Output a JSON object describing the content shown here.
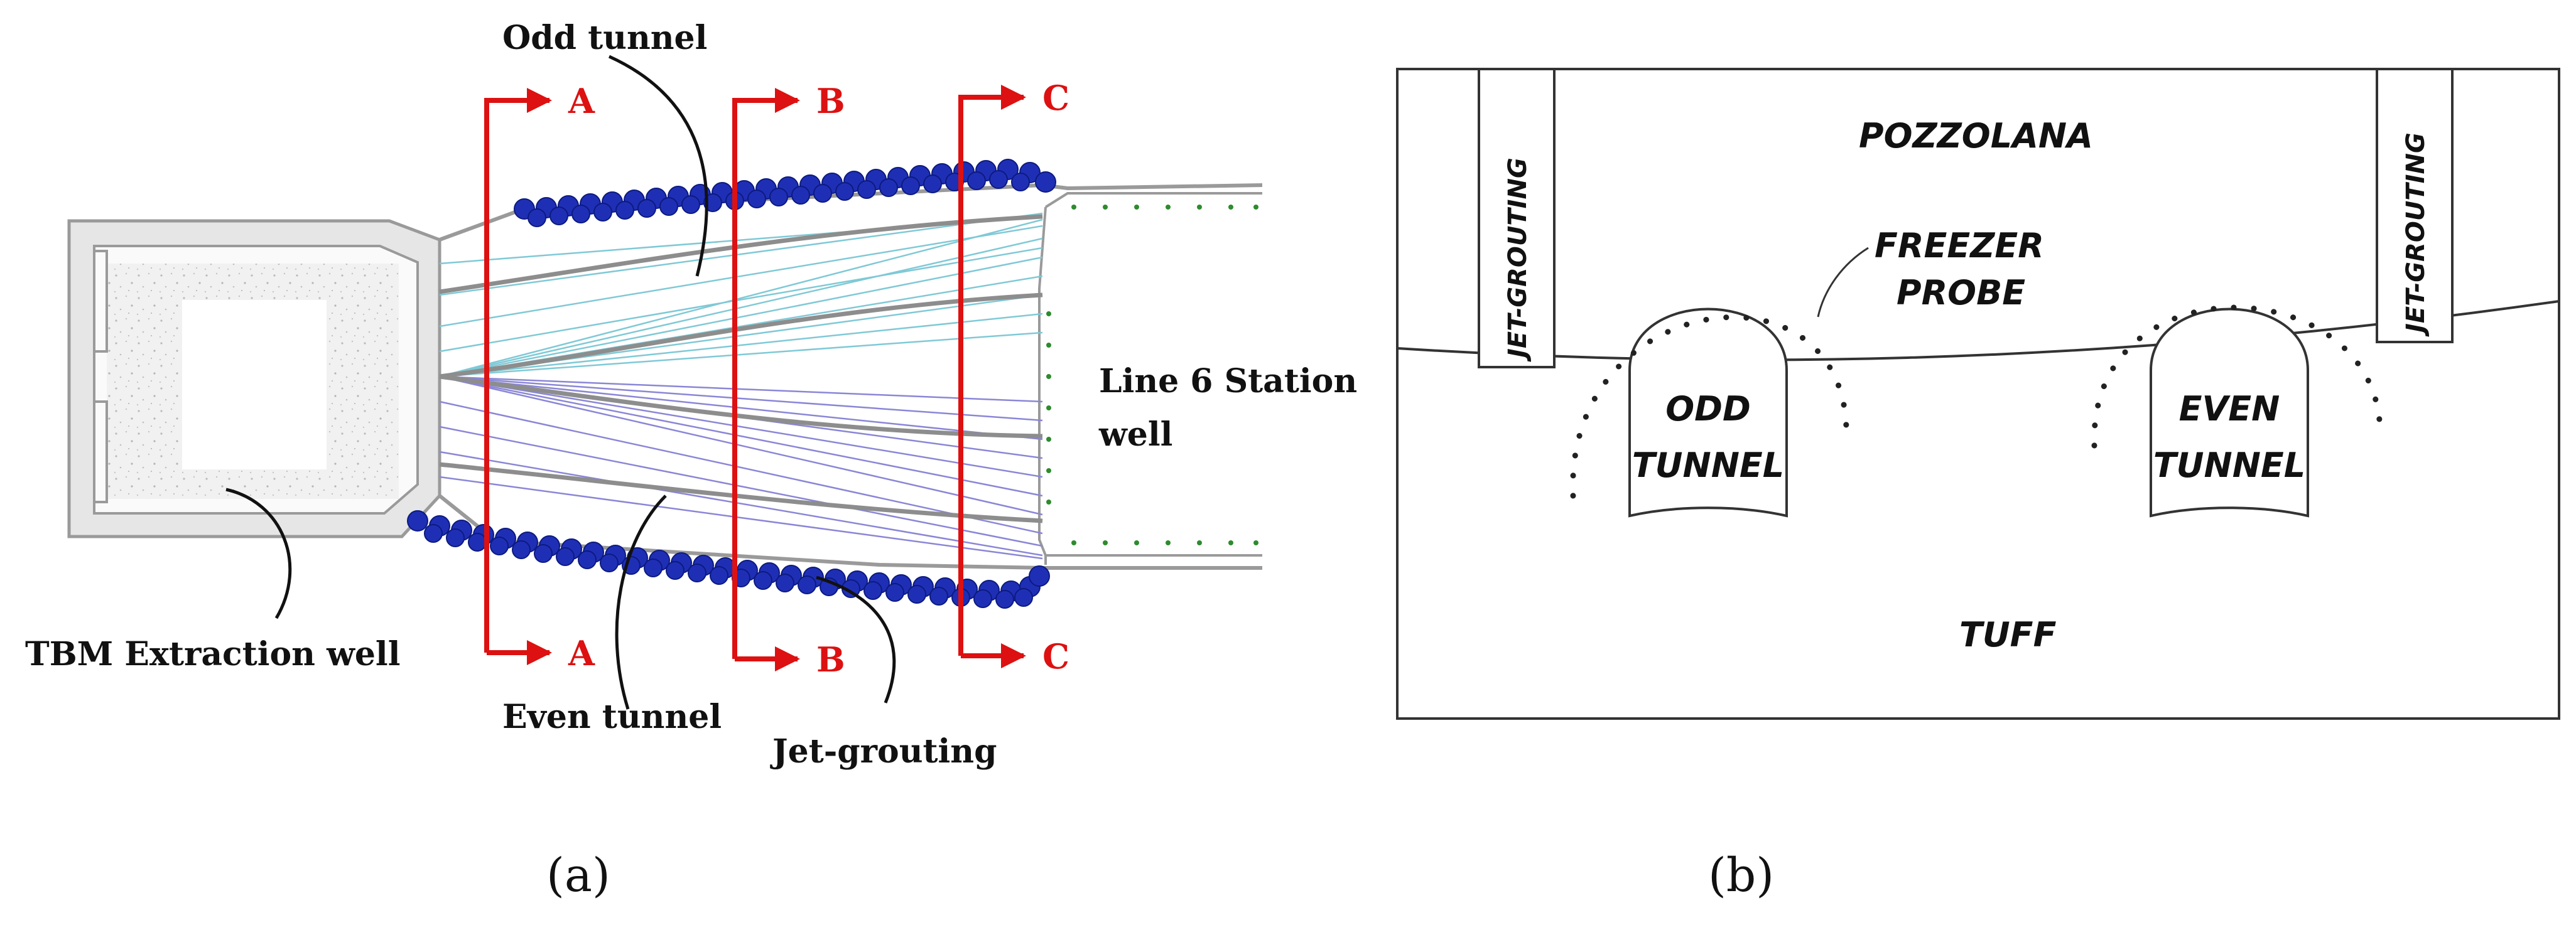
{
  "panel_a": {
    "odd_tunnel": "Odd tunnel",
    "even_tunnel": "Even tunnel",
    "jet_grouting": "Jet-grouting",
    "tbm_well": "TBM Extraction well",
    "station_line1": "Line 6 Station",
    "station_line2": "well",
    "sections": [
      "A",
      "B",
      "C"
    ],
    "caption": "(a)",
    "colors": {
      "section_arrows": "#dd1111",
      "jet_grouting_columns": "#1f2fb5",
      "outline": "#9a9a9a"
    }
  },
  "panel_b": {
    "pozzolana": "POZZOLANA",
    "tuff": "TUFF",
    "jet_left": "JET-GROUTING",
    "jet_right": "JET-GROUTING",
    "freezer_line1": "FREEZER",
    "freezer_line2": "PROBE",
    "odd_line1": "ODD",
    "odd_line2": "TUNNEL",
    "even_line1": "EVEN",
    "even_line2": "TUNNEL",
    "caption": "(b)"
  }
}
